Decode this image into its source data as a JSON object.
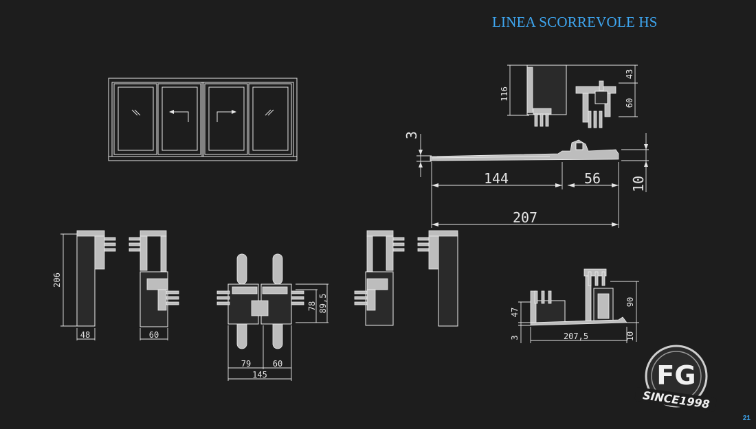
{
  "header": {
    "title": "LINEA SCORREVOLE HS"
  },
  "footer": {
    "page_number": "21"
  },
  "logo": {
    "letters": "FG",
    "tagline": "SINCE1998"
  },
  "dimensions": {
    "top_section": {
      "height_total": "116",
      "upper": "43",
      "lower": "60"
    },
    "threshold": {
      "thickness": "3",
      "left": "144",
      "right": "56",
      "total": "207",
      "right_height": "10"
    },
    "fixed_frame": {
      "height": "206",
      "width": "48"
    },
    "sash_frame": {
      "width": "60"
    },
    "interlock": {
      "left": "79",
      "right": "60",
      "total": "145",
      "height_a": "78",
      "height_b": "89,5"
    },
    "bottom_section": {
      "left_height": "47",
      "right_height": "90",
      "width": "207,5",
      "base": "3",
      "base_right": "10"
    }
  }
}
